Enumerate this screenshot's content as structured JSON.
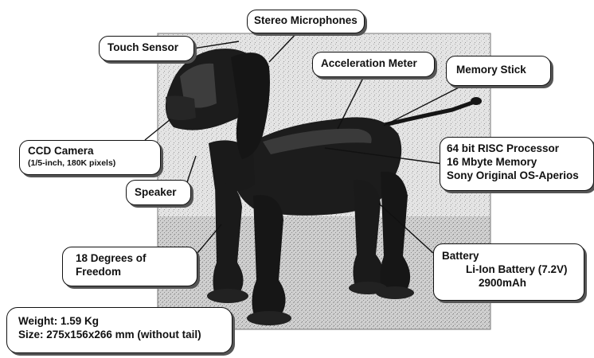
{
  "labels": {
    "touch_sensor": "Touch Sensor",
    "stereo_mics": "Stereo Microphones",
    "acceleration": "Acceleration Meter",
    "memory_stick": "Memory Stick",
    "ccd_camera": "CCD Camera",
    "ccd_camera_detail": "(1/5-inch, 180K pixels)",
    "speaker": "Speaker",
    "processor_line1": "64 bit RISC Processor",
    "processor_line2": "16 Mbyte Memory",
    "processor_line3": "Sony Original OS-Aperios",
    "dof_line1": "18 Degrees of",
    "dof_line2": "Freedom",
    "battery_title": "Battery",
    "battery_line1": "Li-Ion Battery (7.2V)",
    "battery_line2": "2900mAh",
    "weight": "Weight: 1.59 Kg",
    "size": "Size: 275x156x266 mm (without tail)"
  },
  "colors": {
    "robot": "#1c1c1c",
    "background": "#e6e6e6",
    "outline": "#111111"
  }
}
